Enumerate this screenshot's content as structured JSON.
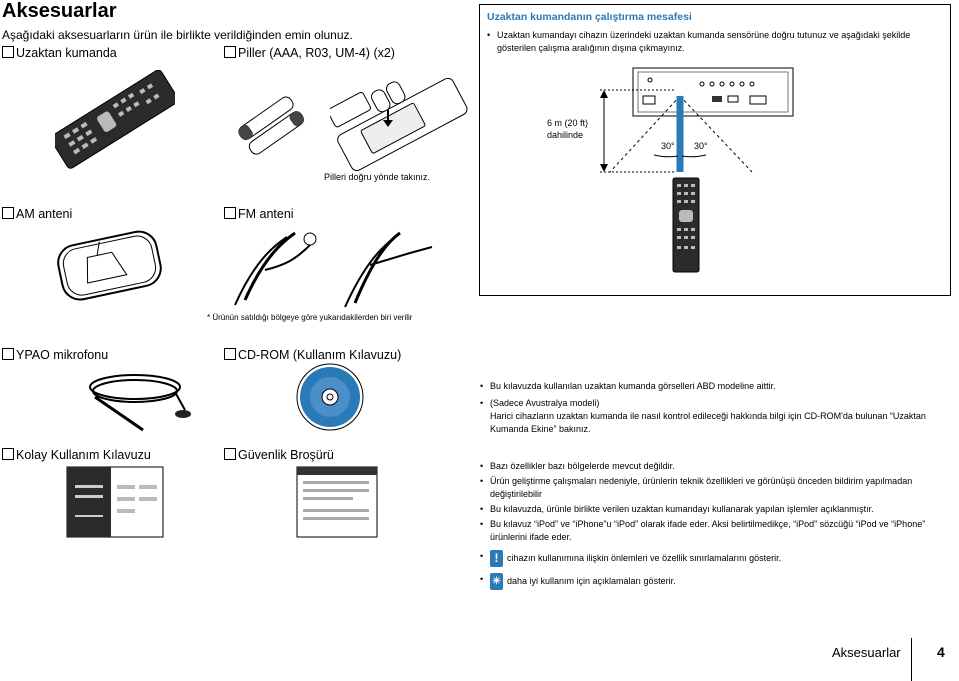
{
  "header": {
    "title": "Aksesuarlar",
    "intro": "Aşağıdaki aksesuarların ürün ile birlikte verildiğinden emin olunuz."
  },
  "accessories": {
    "remote": "Uzaktan kumanda",
    "batteries": "Piller (AAA, R03, UM-4) (x2)",
    "batteries_caption": "Pilleri doğru yönde takınız.",
    "am_antenna": "AM anteni",
    "fm_antenna": "FM anteni",
    "fm_note": "* Ürünün satıldığı bölgeye göre yukarıdakilerden biri verilir",
    "ypao_mic": "YPAO mikrofonu",
    "cdrom": "CD-ROM (Kullanım Kılavuzu)",
    "easy_guide": "Kolay Kullanım Kılavuzu",
    "safety": "Güvenlik Broşürü"
  },
  "range_panel": {
    "title": "Uzaktan kumandanın çalıştırma mesafesi",
    "bullet": "Uzaktan kumandayı cihazın üzerindeki uzaktan kumanda sensörüne doğru tutunuz ve aşağıdaki şekilde gösterilen çalışma aralığının dışına çıkmayınız.",
    "distance_line1": "6 m (20 ft)",
    "distance_line2": "dahilinde",
    "angle_left": "30°",
    "angle_right": "30°"
  },
  "notes1": [
    "Bu kılavuzda kullanılan uzaktan kumanda görselleri ABD modeline aittir.",
    "(Sadece Avustralya modeli)",
    "Harici cihazların uzaktan kumanda ile nasıl kontrol edileceği hakkında bilgi için CD-ROM'da bulunan “Uzaktan Kumanda Ekine” bakınız."
  ],
  "notes2": [
    "Bazı özellikler bazı bölgelerde mevcut değildir.",
    "Ürün geliştirme çalışmaları nedeniyle, ürünlerin teknik özellikleri ve görünüşü önceden bildirim yapılmadan değiştirilebilir",
    "Bu kılavuzda, ürünle birlikte verilen uzaktan kumandayı kullanarak yapılan işlemler açıklanmıştır.",
    "Bu kılavuz “iPod” ve “iPhone”u “iPod” olarak ifade eder. Aksi belirtilmedikçe, “iPod” sözcüğü “iPod ve “iPhone” ürünlerini ifade eder."
  ],
  "legend": {
    "caution_symbol": "!",
    "caution_text": "cihazın kullanımına ilişkin önlemleri ve özellik sınırlamalarını gösterir.",
    "tip_text": "daha iyi kullanım için açıklamaları gösterir."
  },
  "footer": {
    "section": "Aksesuarlar",
    "page": "4"
  }
}
